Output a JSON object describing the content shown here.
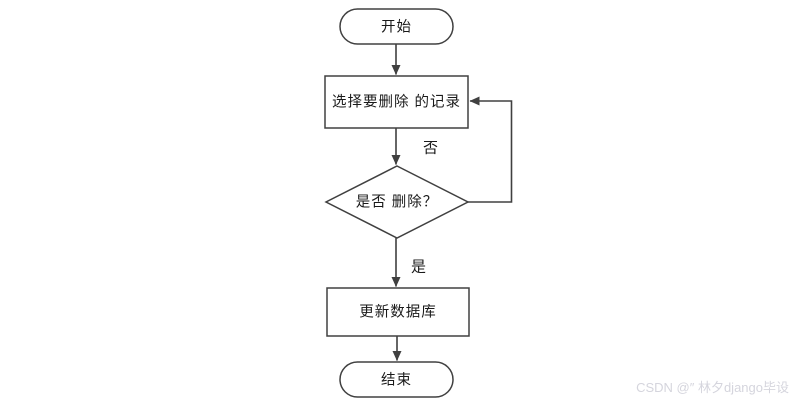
{
  "flowchart": {
    "nodes": {
      "start": "开始",
      "select_record": "选择要删除 的记录",
      "confirm_delete": "是否 删除？",
      "update_database": "更新数据库",
      "end": "结束"
    },
    "branch_labels": {
      "no": "否",
      "yes": "是"
    }
  },
  "watermark": "CSDN @″ 林夕django毕设",
  "colors": {
    "line": "#404040",
    "text": "#1a1a1a",
    "shape_fill": "#ffffff",
    "background": "#ffffff",
    "watermark_text": "#d5d5dd"
  }
}
